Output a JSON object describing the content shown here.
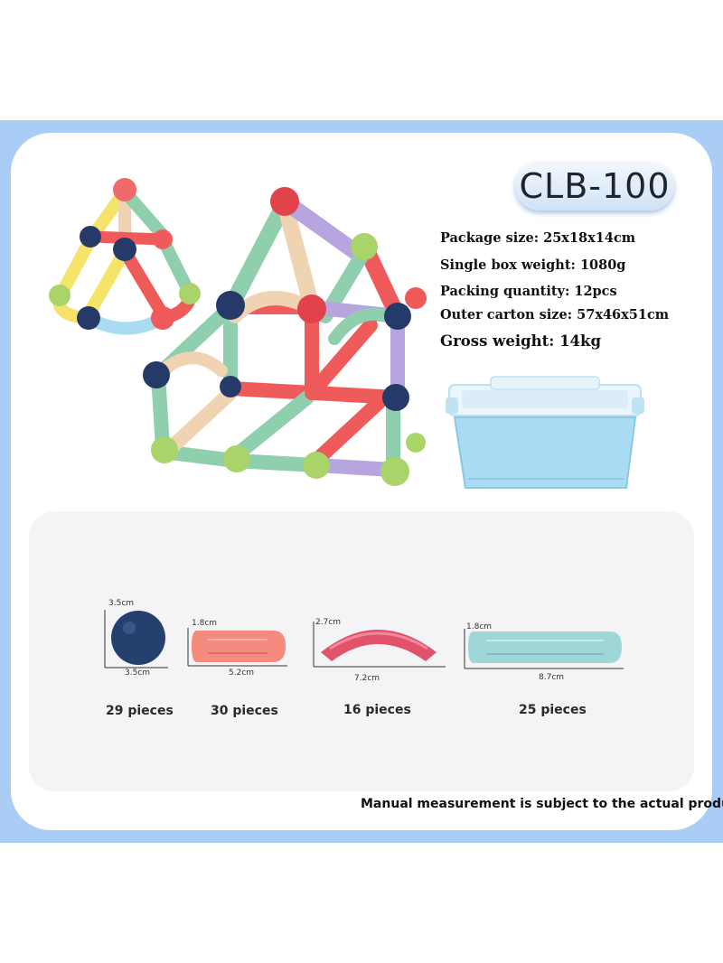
{
  "product": {
    "model": "CLB-100",
    "colors": {
      "band": "#a9cdf5",
      "green": "#8fcfae",
      "red": "#ef5a5a",
      "purple": "#b7a5e0",
      "navy": "#263a6a",
      "beige": "#efd3b3",
      "yellow": "#f5e36a",
      "lime": "#a9d46a",
      "box": "#a9dcf3"
    }
  },
  "specs": [
    {
      "label": "Package size: 25x18x14cm"
    },
    {
      "label": "Single box weight: 1080g"
    },
    {
      "label": "Packing quantity: 12pcs"
    },
    {
      "label": "Outer carton size: 57x46x51cm"
    },
    {
      "label": "Gross weight: 14kg"
    }
  ],
  "pieces": [
    {
      "name": "ball",
      "height": "3.5cm",
      "width": "3.5cm",
      "count": "29 pieces"
    },
    {
      "name": "short-stick",
      "height": "1.8cm",
      "width": "5.2cm",
      "count": "30 pieces"
    },
    {
      "name": "curved-stick",
      "height": "2.7cm",
      "width": "7.2cm",
      "count": "16 pieces"
    },
    {
      "name": "long-stick",
      "height": "1.8cm",
      "width": "8.7cm",
      "count": "25 pieces"
    }
  ],
  "footnote": "Manual measurement is subject to the actual product"
}
